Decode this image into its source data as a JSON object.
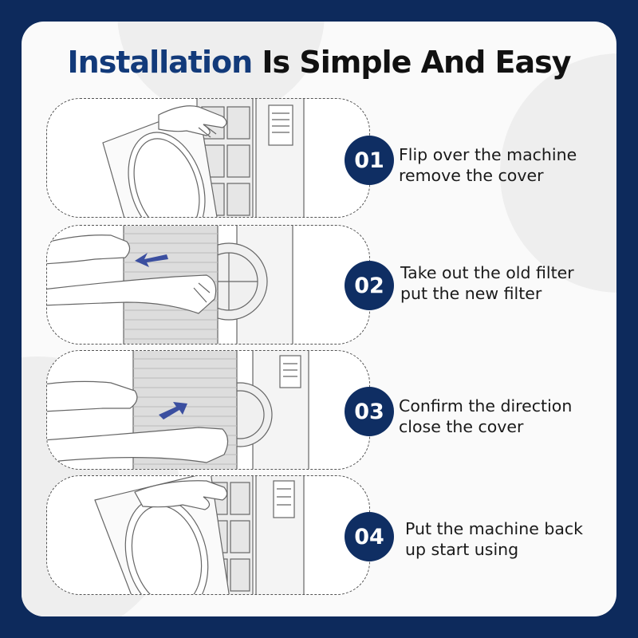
{
  "title": {
    "accent": "Installation",
    "rest": "Is Simple And Easy"
  },
  "colors": {
    "frame": "#0d2a5c",
    "badge": "#0f2e63",
    "title_accent": "#123a7a",
    "arrow": "#3b4fa0"
  },
  "steps": [
    {
      "number": "01",
      "line1": "Flip over the machine",
      "line2": "remove the cover",
      "illustration": "cover-removal-illustration"
    },
    {
      "number": "02",
      "line1": "Take out the old filter",
      "line2": "put the new filter",
      "illustration": "filter-removal-illustration"
    },
    {
      "number": "03",
      "line1": "Confirm the direction",
      "line2": "close the cover",
      "illustration": "filter-insert-illustration"
    },
    {
      "number": "04",
      "line1": "Put the machine back",
      "line2": "up start using",
      "illustration": "cover-closing-illustration"
    }
  ]
}
